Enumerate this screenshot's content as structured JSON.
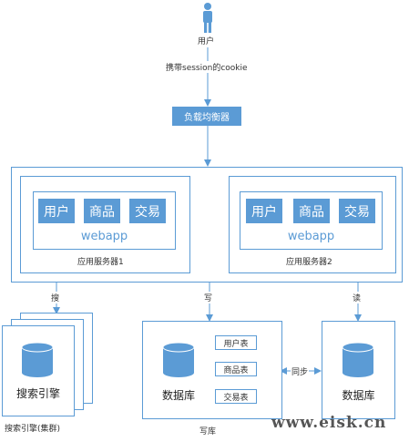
{
  "user": {
    "label": "用户"
  },
  "cookie_label": "携带session的cookie",
  "load_balancer": {
    "label": "负载均衡器"
  },
  "servers": [
    {
      "modules": [
        "用户",
        "商品",
        "交易"
      ],
      "app": "webapp",
      "caption": "应用服务器1"
    },
    {
      "modules": [
        "用户",
        "商品",
        "交易"
      ],
      "app": "webapp",
      "caption": "应用服务器2"
    }
  ],
  "edges": {
    "search": "搜",
    "write": "写",
    "read": "读",
    "sync": "同步"
  },
  "search_engine": {
    "label": "搜索引擎",
    "caption": "搜索引擎(集群)"
  },
  "write_db": {
    "label": "数据库",
    "caption": "写库",
    "tables": [
      "用户表",
      "商品表",
      "交易表"
    ]
  },
  "read_db": {
    "label": "数据库"
  },
  "watermark": "www.eisk.cn",
  "colors": {
    "accent": "#5b9bd5",
    "line": "#5b9bd5"
  }
}
